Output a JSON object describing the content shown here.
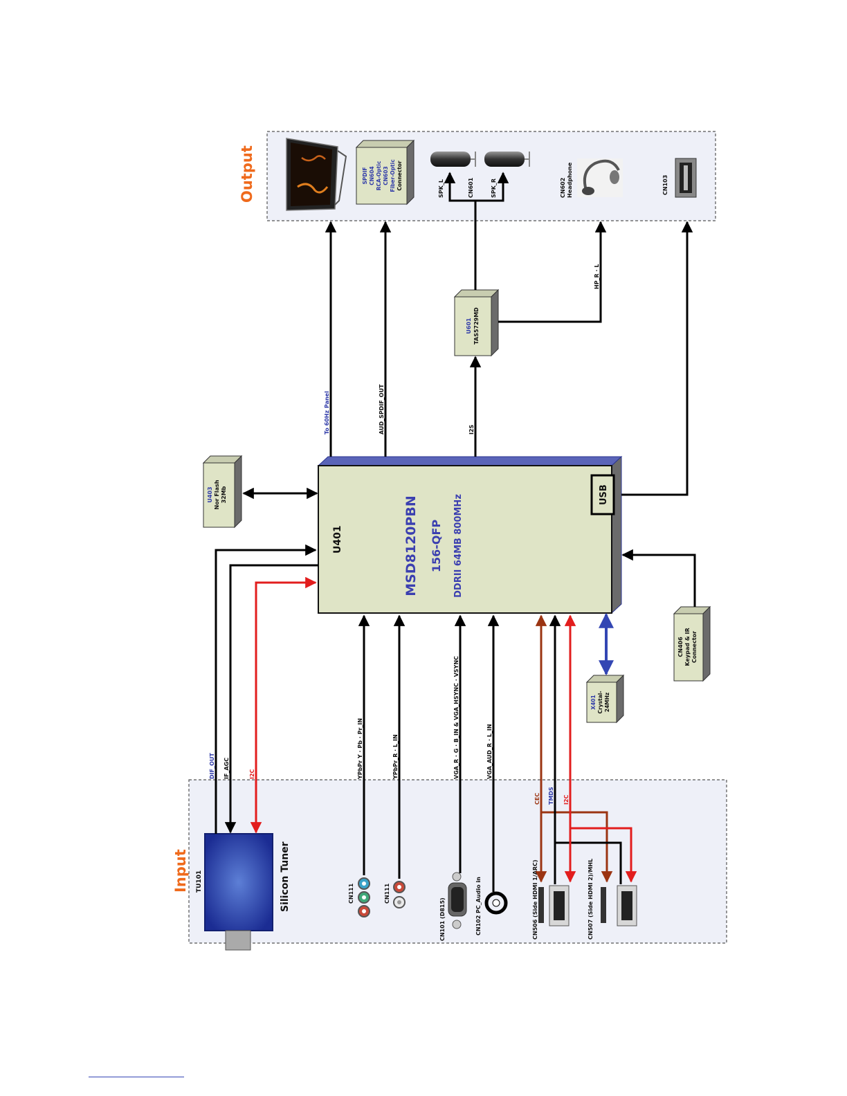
{
  "sections": {
    "input_title": "Input",
    "output_title": "Output"
  },
  "soc": {
    "ref": "U401",
    "name": "MSD8120PBN",
    "package": "156-QFP",
    "memory": "DDRII 64MB  800MHz",
    "usb_label": "USB"
  },
  "blocks": {
    "nor_flash": {
      "ref": "U403",
      "desc1": "Nor Flash",
      "desc2": "32Mb"
    },
    "amp": {
      "ref": "U601",
      "desc": "TAS5729MD"
    },
    "spdif": {
      "line1": "SPDIF",
      "line2": "CN604",
      "line3": "RCA-Optic",
      "line4": "CN603",
      "line5": "Fiber-Optic",
      "line6": "Connector"
    },
    "crystal": {
      "ref": "X401",
      "line1": "Crystal-",
      "line2": "24MHz"
    },
    "keypad": {
      "ref": "CN406",
      "line1": "Keypad & IR",
      "line2": "Connector"
    }
  },
  "outputs": {
    "speaker_left": "SPK_L",
    "speaker_conn": "CN601",
    "speaker_right": "SPK_R",
    "headphone_ref": "CN602",
    "headphone_desc": "Headphone",
    "usb_conn": "CN103"
  },
  "signals": {
    "panel": "To 60Hz Panel",
    "spdif_out": "AUD_SPDIF_OUT",
    "i2s": "I2S",
    "hp": "HP_R · L",
    "dif_out": "DIF_OUT",
    "if_agc": "IF_AGC",
    "i2c_tuner": "I2C",
    "ypbpr_video": "YPbPr Y · Pb · Pr_IN",
    "ypbpr_audio": "YPbPr_R · L_IN",
    "vga_video": "VGA_R · G · B_IN  &  VGA_HSYNC · VSYNC",
    "vga_audio": "VGA_AUD_R · L_IN",
    "cec": "CEC",
    "tmds": "TMDS",
    "i2c_hdmi": "I2C"
  },
  "inputs": {
    "tuner_ref": "TU101",
    "tuner_name": "Silicon Tuner",
    "cn111_a": "CN111",
    "cn111_b": "CN111",
    "vga_conn": "CN101 (D815)",
    "pc_audio": "CN102  PC_Audio in",
    "hdmi1": "CN506 (Side HDMI 1/ARC)",
    "hdmi2": "CN507 (Side HDMI 2)/MHL"
  },
  "colors": {
    "black_line": "#000000",
    "i2c_red": "#e21d1d",
    "cec_brown": "#9b3412",
    "crystal_blue": "#3346b3",
    "box_fill": "#dfe4c6",
    "section_fill": "#eef0f8",
    "heading_orange": "#ef6a1c"
  }
}
